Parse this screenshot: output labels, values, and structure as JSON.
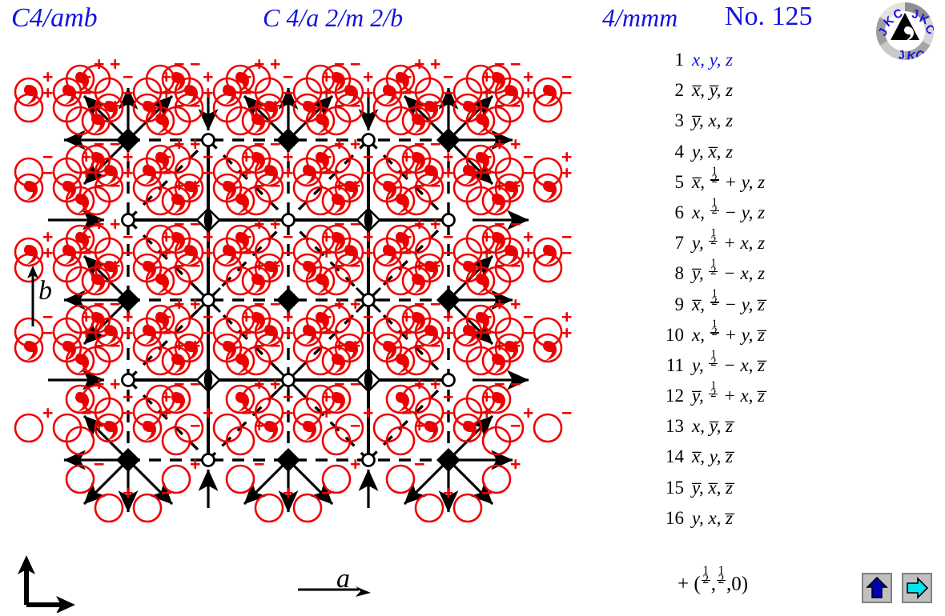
{
  "header": {
    "hm_short": "C4/amb",
    "hm_full": "C 4/a 2/m 2/b",
    "point_group": "4/mmm",
    "number_label": "No. 125",
    "logo_text": "JKC"
  },
  "diagram": {
    "axis_b_label": "b",
    "axis_a_label": "a",
    "origin_axes_name": "origin-axes-indicator",
    "colors": {
      "position_red": "#ee0000",
      "symmetry_black": "#000000",
      "header_blue": "#1414dc"
    },
    "legend": {
      "open_circle": "general position, z = +",
      "comma_circle": "enantiomorphic general position",
      "filled_diamond": "four-fold inversion axis",
      "open_small_circle": "four-fold rotation axis",
      "lens_diamond": "two-fold axis with inversion",
      "dashed_line": "glide plane",
      "solid_line": "mirror plane",
      "arrow": "two-fold screw axis in plane"
    }
  },
  "operations": [
    {
      "n": "1",
      "expr": "x, y, z",
      "highlight": true
    },
    {
      "n": "2",
      "expr": "x&#773;, y&#773;, z",
      "highlight": false
    },
    {
      "n": "3",
      "expr": "y&#773;, x, z",
      "highlight": false
    },
    {
      "n": "4",
      "expr": "y, x&#773;, z",
      "highlight": false
    },
    {
      "n": "5",
      "expr": "x&#773;, 1/2 + y, z",
      "highlight": false
    },
    {
      "n": "6",
      "expr": "x, 1/2 &#8722; y, z",
      "highlight": false
    },
    {
      "n": "7",
      "expr": "y, 1/2 + x, z",
      "highlight": false
    },
    {
      "n": "8",
      "expr": "y&#773;, 1/2 &#8722; x, z",
      "highlight": false
    },
    {
      "n": "9",
      "expr": "x&#773;, 1/2 &#8722; y, z&#773;",
      "highlight": false
    },
    {
      "n": "10",
      "expr": "x, 1/2 + y, z&#773;",
      "highlight": false
    },
    {
      "n": "11",
      "expr": "y, 1/2 &#8722; x, z&#773;",
      "highlight": false
    },
    {
      "n": "12",
      "expr": "y&#773;, 1/2 + x, z&#773;",
      "highlight": false
    },
    {
      "n": "13",
      "expr": "x, y&#773;, z&#773;",
      "highlight": false
    },
    {
      "n": "14",
      "expr": "x&#773;, y, z&#773;",
      "highlight": false
    },
    {
      "n": "15",
      "expr": "y&#773;, x&#773;, z&#773;",
      "highlight": false
    },
    {
      "n": "16",
      "expr": "y, x, z&#773;",
      "highlight": false
    }
  ],
  "centering": "+ (1/2,1/2,0)",
  "nav": {
    "up_label": "up-arrow",
    "right_label": "right-arrow",
    "up_color": "#0000b4",
    "right_color": "#00e6f0"
  }
}
